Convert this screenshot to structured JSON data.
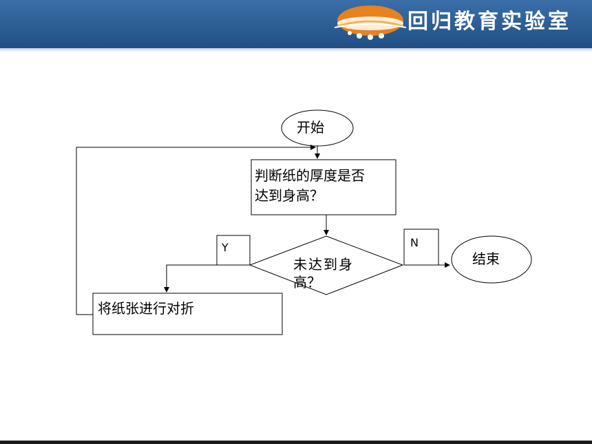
{
  "header": {
    "brand": "回归教育实验室",
    "colors": {
      "bar": "#2c5d93",
      "logo_orange": "#e8821e"
    }
  },
  "flowchart": {
    "start": "开始",
    "check_line1": "判断纸的厚度是否",
    "check_line2": "达到身高？",
    "decision_line1": "未达到身",
    "decision_line2": "高？",
    "yes_label": "Y",
    "no_label": "N",
    "fold": "将纸张进行对折",
    "end": "结束"
  }
}
